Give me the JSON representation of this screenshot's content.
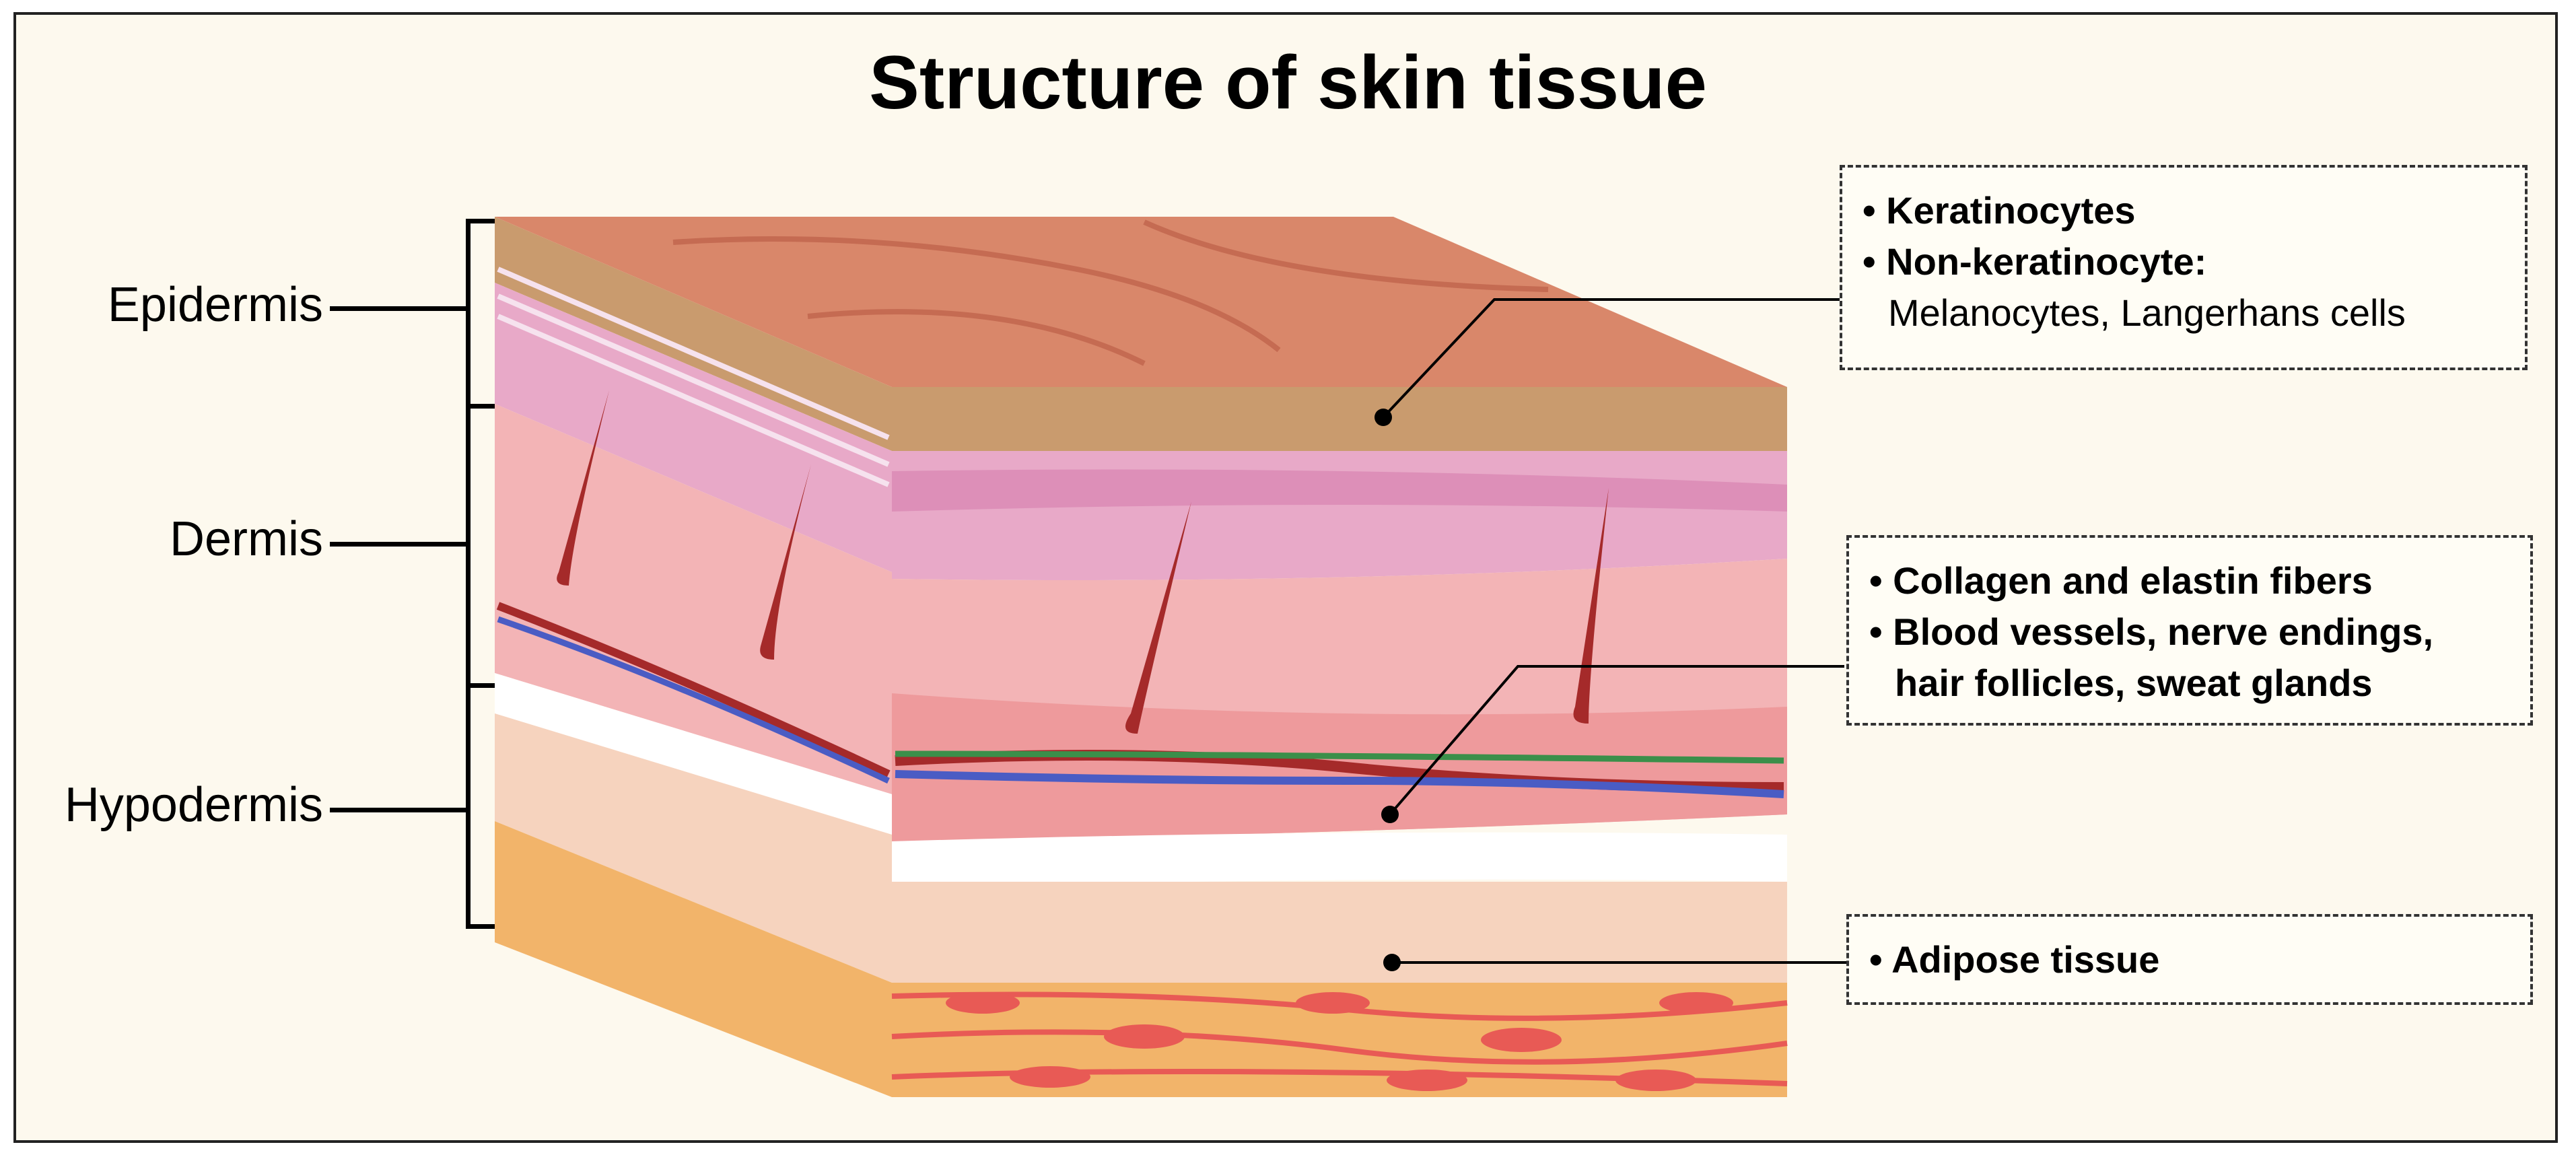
{
  "title": "Structure of skin tissue",
  "layers": {
    "epidermis": "Epidermis",
    "dermis": "Dermis",
    "hypodermis": "Hypodermis"
  },
  "callouts": {
    "epidermis": {
      "line1": "• Keratinocytes",
      "line2": "• Non-keratinocyte:",
      "line3": "Melanocytes, Langerhans cells"
    },
    "dermis": {
      "line1": "• Collagen and elastin fibers",
      "line2": "• Blood vessels, nerve endings,",
      "line3": "hair follicles, sweat glands"
    },
    "hypodermis": {
      "line1": "• Adipose tissue"
    }
  },
  "colors": {
    "background": "#fdf9ee",
    "epidermis_top": "#d9876a",
    "stratum": "#c99b6e",
    "papillary": "#e8a9c8",
    "dermis": "#f3b4b6",
    "hypodermis": "#f6d3be",
    "adipose": "#f2b46a",
    "fat_cell": "#e85a55",
    "artery": "#a52a2a",
    "vein": "#4a5cc4",
    "nerve": "#3b8f4a"
  }
}
